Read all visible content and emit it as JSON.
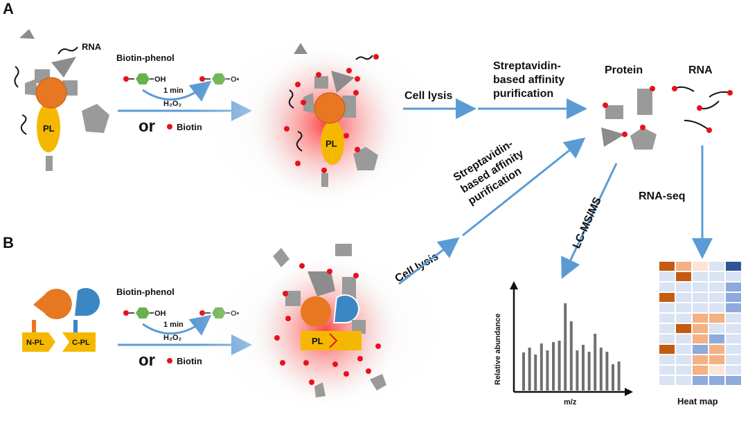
{
  "panel_a": {
    "letter": "A",
    "rna": "RNA",
    "pl": "PL",
    "reagent": "Biotin-phenol",
    "oh": "OH",
    "o_radical": "O•",
    "time": "1 min",
    "h2o2": "H₂O₂",
    "or": "or",
    "biotin": "Biotin",
    "cell_lysis": "Cell lysis",
    "purification": [
      "Streptavidin-",
      "based affinity",
      "purification"
    ],
    "protein": "Protein",
    "rna_header": "RNA"
  },
  "panel_b": {
    "letter": "B",
    "npl": "N-PL",
    "cpl": "C-PL",
    "pl": "PL",
    "reagent": "Biotin-phenol",
    "oh": "OH",
    "o_radical": "O•",
    "time": "1 min",
    "h2o2": "H₂O₂",
    "or": "or",
    "biotin": "Biotin",
    "cell_lysis": "Cell lysis",
    "purification": [
      "Streptavidin-",
      "based affinity",
      "purification"
    ]
  },
  "analysis": {
    "lcms": "LC-MS/MS",
    "rnaseq": "RNA-seq",
    "ylabel": "Relative abundance",
    "xlabel": "m/z",
    "heatmap": "Heat map"
  },
  "colors": {
    "arrow": "#5b9bd5",
    "orange": "#e87722",
    "yellow": "#f5b800",
    "blue_protein": "#3b87c4",
    "gray": "#8c8c8c",
    "biotin_red": "#e8111b",
    "phenol_green": "#6ab04c"
  }
}
